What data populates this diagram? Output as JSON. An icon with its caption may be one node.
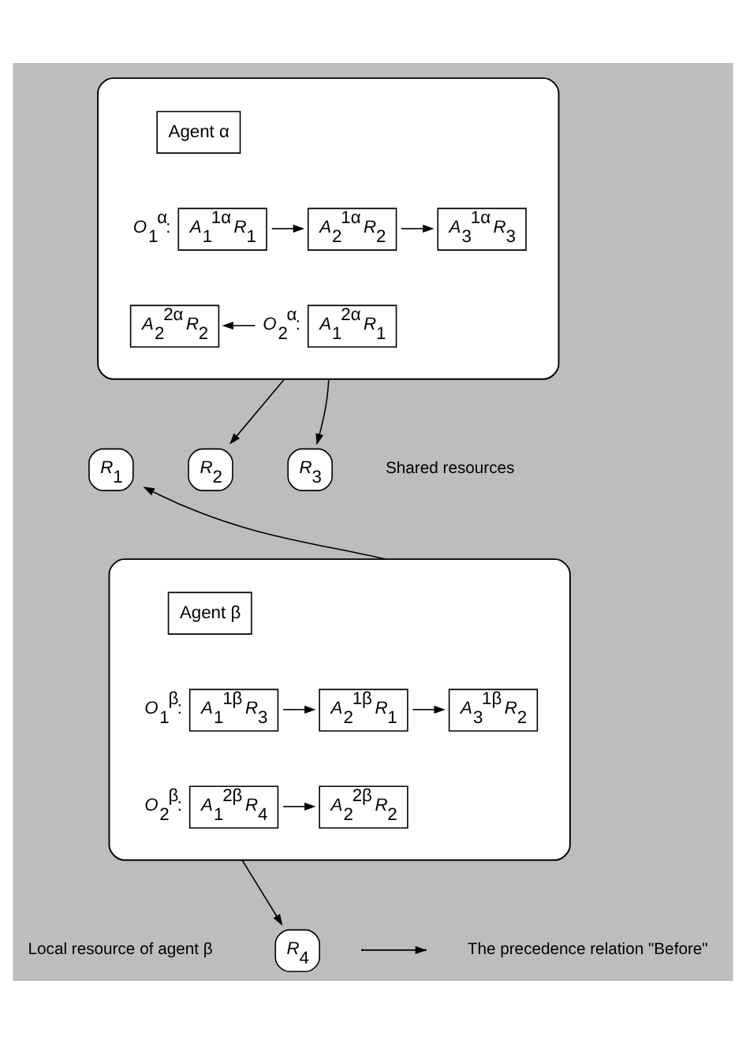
{
  "diagram": {
    "nodes": [
      {
        "text": [],
        "shape": "ellipse"
      },
      {
        "text": [
          "Agent α"
        ],
        "in": 0
      },
      {
        "text": [
          "*A*$_{1}$$^{1α}$ *R*$_{1}$"
        ],
        "in": 0,
        "beside": [
          "*O*$_{1}$$^{α}$:"
        ]
      },
      {
        "text": [
          "*A*$_{2}$$^{1α}$ *R*$_{2}$"
        ],
        "in": 0
      },
      {
        "text": [
          "*A*$_{3}$$^{1α}$ *R*$_{3}$"
        ],
        "in": 0
      },
      {
        "text": [
          "*A*$_{1}$$^{2α}$ *R*$_{1}$"
        ],
        "in": 0,
        "beside": [
          "*O*$_{2}$$^{α}$:"
        ]
      },
      {
        "text": [
          "*A*$_{2}$$^{2α}$ *R*$_{2}$"
        ],
        "in": 0
      },
      {
        "text": [
          "*R*$_{1}$"
        ]
      },
      {
        "text": [
          "*R*$_{2}$"
        ]
      },
      {
        "text": [
          "*R*$_{3}$"
        ]
      },
      {
        "text": [],
        "shape": "ellipse"
      },
      {
        "text": [
          "Agent β"
        ],
        "in": 10
      },
      {
        "text": [
          "*A*$_{1}$$^{1β}$ *R*$_{3}$"
        ],
        "in": 10,
        "beside": [
          "*O*$_{1}$$^{β}$:"
        ]
      },
      {
        "text": [
          "*A*$_{2}$$^{1β}$ *R*$_{1}$"
        ],
        "in": 10
      },
      {
        "text": [
          "*A*$_{3}$$^{1β}$ *R*$_{2}$"
        ],
        "in": 10
      },
      {
        "text": [
          "*A*$_{1}$$^{2β}$ *R*$_{4}$"
        ],
        "in": 10,
        "beside": [
          "*O*$_{2}$$^{β}$:"
        ]
      },
      {
        "text": [
          "*A*$_{2}$$^{2β}$ *R*$_{2}$"
        ],
        "in": 10
      },
      {
        "text": [
          "*R*$_{4}$"
        ]
      }
    ],
    "edges": [
      {
        "from": 2,
        "to": 3,
        "arrow": "to"
      },
      {
        "from": 3,
        "to": 4,
        "arrow": "to"
      },
      {
        "from": 5,
        "to": 6,
        "arrow": "to"
      },
      {
        "from": 0,
        "to": 8,
        "arrow": "to"
      },
      {
        "from": 0,
        "to": 9,
        "arrow": "to"
      },
      {
        "from": 10,
        "to": 7,
        "arrow": "to"
      },
      {
        "from": 12,
        "to": 13,
        "arrow": "to"
      },
      {
        "from": 13,
        "to": 14,
        "arrow": "to"
      },
      {
        "from": 15,
        "to": 16,
        "arrow": "to"
      },
      {
        "from": 10,
        "to": 17,
        "arrow": "to"
      }
    ],
    "labels": [
      "Shared resources",
      "Local resource of agent β"
    ],
    "legend": [
      {
        "text": "The precedence relation \"Before\""
      }
    ]
  }
}
